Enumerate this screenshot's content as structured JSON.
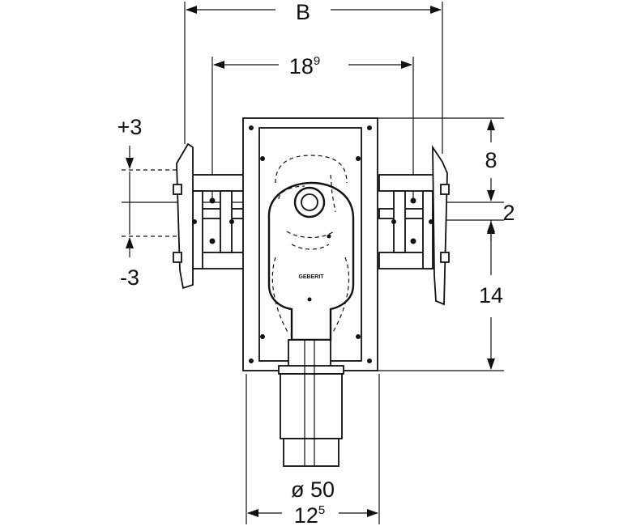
{
  "dimensions": {
    "overall_width": "B",
    "top_inner_width_base": "18",
    "top_inner_width_sup": "9",
    "depth_upper": "8",
    "depth_gap": "2",
    "depth_lower": "14",
    "adjust_plus": "+3",
    "adjust_minus": "-3",
    "outlet_diameter": "ø 50",
    "bottom_width_base": "12",
    "bottom_width_sup": "5"
  },
  "logo": "GEBERIT"
}
